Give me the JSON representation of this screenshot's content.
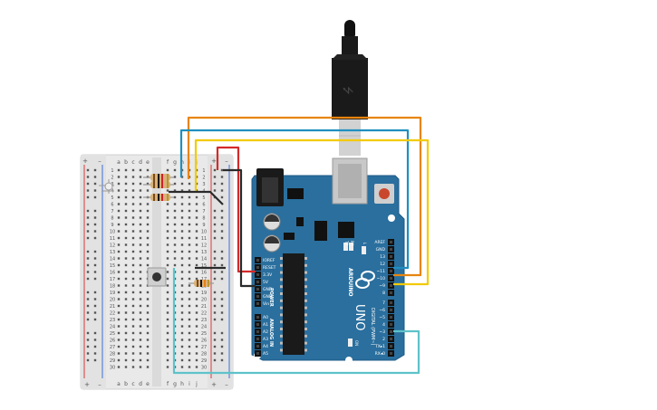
{
  "breadboard": {
    "columns_left": [
      "a",
      "b",
      "c",
      "d",
      "e"
    ],
    "columns_right": [
      "f",
      "g",
      "h",
      "i",
      "j"
    ],
    "row_numbers": [
      "1",
      "2",
      "3",
      "4",
      "5",
      "6",
      "7",
      "8",
      "9",
      "10",
      "11",
      "12",
      "13",
      "14",
      "15",
      "16",
      "17",
      "18",
      "19",
      "20",
      "21",
      "22",
      "23",
      "24",
      "25",
      "26",
      "27",
      "28",
      "29",
      "30"
    ],
    "rail_plus": "+",
    "rail_minus": "–"
  },
  "arduino": {
    "brand": "ARDUINO",
    "model": "UNO",
    "on_label": "ON",
    "tx_led": "TX",
    "rx_led": "RX",
    "l_led": "L",
    "power_header_title": "POWER",
    "analog_header_title": "ANALOG IN",
    "digital_header_title": "DIGITAL (PWM~)",
    "power_pins": [
      "IOREF",
      "RESET",
      "3.3V",
      "5V",
      "GND",
      "GND",
      "Vin"
    ],
    "analog_pins": [
      "A0",
      "A1",
      "A2",
      "A3",
      "A4",
      "A5"
    ],
    "digital_top_pins": [
      "AREF",
      "GND",
      "13",
      "12",
      "~11",
      "~10",
      "~9",
      "8"
    ],
    "digital_bottom_pins": [
      "7",
      "~6",
      "~5",
      "4",
      "~3",
      "2",
      "TX▸1",
      "RX◂0"
    ]
  },
  "wire_colors": {
    "orange": "#e8850f",
    "blue": "#1f8fbf",
    "yellow": "#f2cb05",
    "red": "#d42a2a",
    "black": "#2a2a2a",
    "cyan": "#5ec2c9"
  },
  "colors": {
    "board_blue": "#2a6f9e",
    "breadboard": "#e9e9e9",
    "rail_red": "#d93a3a",
    "rail_blue": "#3d6fd6"
  }
}
